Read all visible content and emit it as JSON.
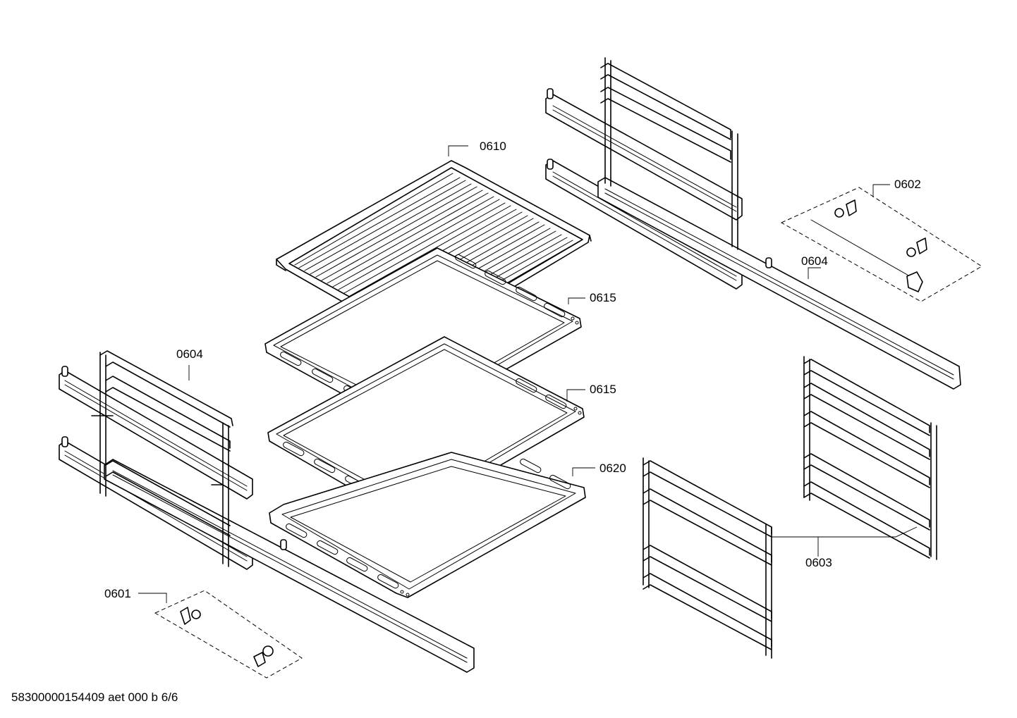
{
  "parts": {
    "p0610": "0610",
    "p0602": "0602",
    "p0604_top": "0604",
    "p0615_a": "0615",
    "p0604_left": "0604",
    "p0615_b": "0615",
    "p0620": "0620",
    "p0603": "0603",
    "p0601": "0601"
  },
  "footer": {
    "drawing_number": "58300000154409 aet 000 b 6/6"
  }
}
